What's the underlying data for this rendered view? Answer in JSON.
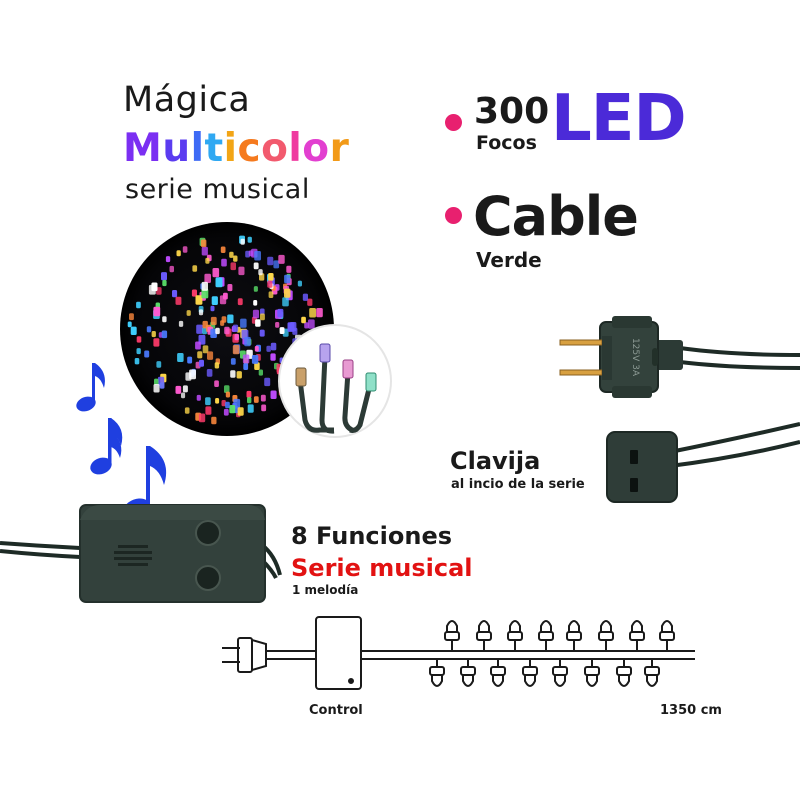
{
  "header": {
    "line1": "Mágica",
    "line2_letters": [
      "M",
      "u",
      "l",
      "t",
      "i",
      "c",
      "o",
      "l",
      "o",
      "r"
    ],
    "line3": "serie musical"
  },
  "features": {
    "leds_count": "300",
    "leds_unit": "Focos",
    "leds_word": "LED",
    "cable_word": "Cable",
    "cable_color": "Verde"
  },
  "plug": {
    "title": "Clavija",
    "subtitle": "al incio de la serie",
    "rating_text": "125V 3A"
  },
  "controller": {
    "title": "8 Funciones",
    "subtitle": "Serie musical",
    "melody": "1 melodía"
  },
  "diagram": {
    "control_label": "Control",
    "length_label": "1350 cm"
  },
  "colors": {
    "bullet_pink": "#e8206f",
    "led_purple": "#4b2ad8",
    "serie_red": "#e21212",
    "note_blue": "#1f3fe0",
    "controller_green": "#2f3d38",
    "multicolor": [
      "#7b2ff2",
      "#5b3cf0",
      "#3d6af5",
      "#2fa8f2",
      "#f2a516",
      "#f57a1e",
      "#f25a6e",
      "#ef3ba0",
      "#e23fd0",
      "#f29a18"
    ]
  }
}
